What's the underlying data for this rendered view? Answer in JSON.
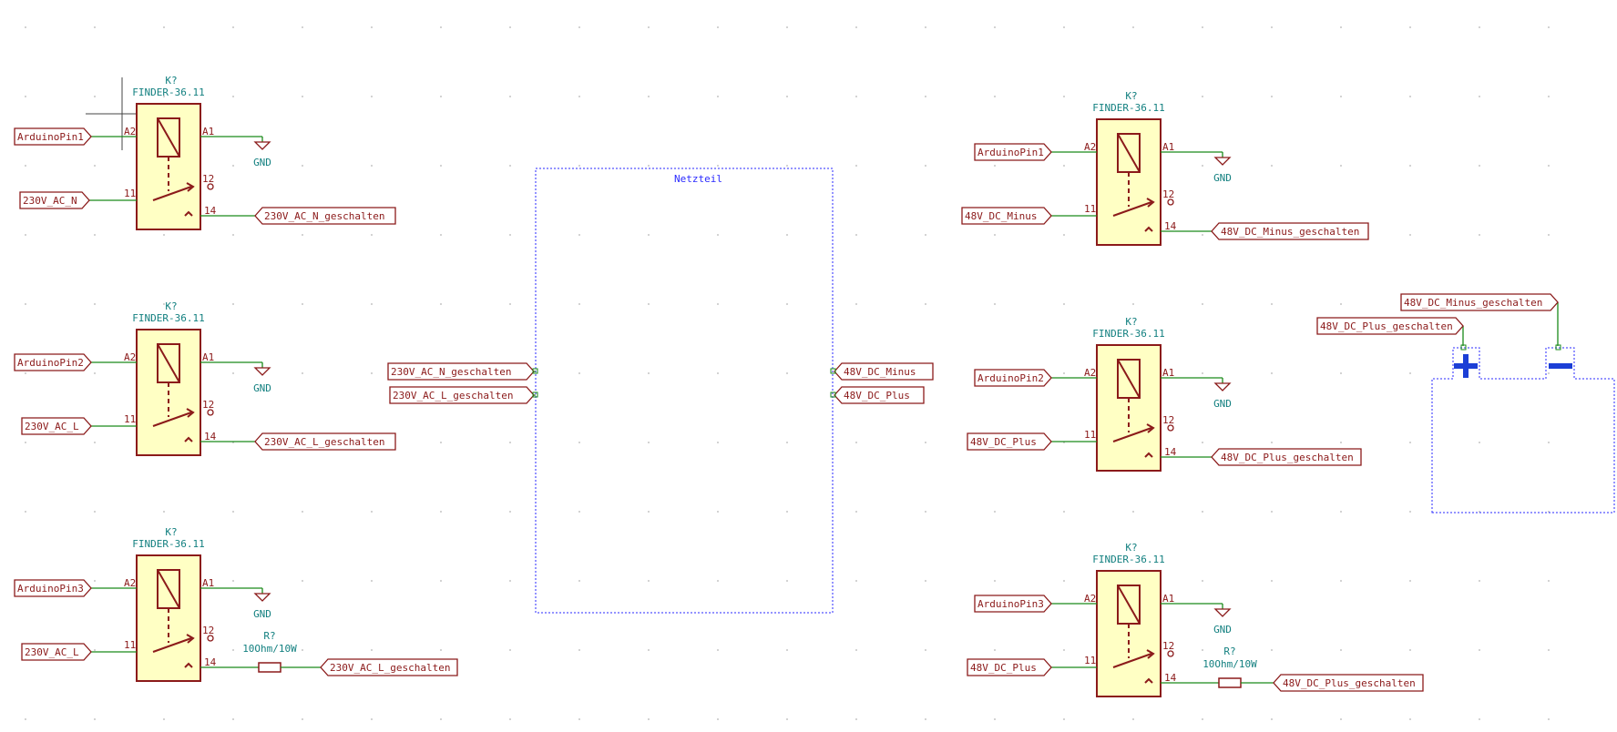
{
  "colors": {
    "wire": "#1a8a1a",
    "body_stroke": "#8b1a1a",
    "body_fill": "#ffffc4",
    "ref_text": "#138080",
    "sheet_border": "#2a2aff",
    "sheet_title": "#2a2aff",
    "grid_dot": "#b4b4b4",
    "battery_plus": "#1c3fd6",
    "battery_minus": "#1c3fd6"
  },
  "relays": [
    {
      "ref": "K?",
      "value": "FINDER-36.11",
      "coil_in": "ArduinoPin1",
      "com_in": "230V_AC_N",
      "out": "230V_AC_N_geschalten",
      "gnd": "GND",
      "pin_a2": "A2",
      "pin_a1": "A1",
      "pin_11": "11",
      "pin_12": "12",
      "pin_14": "14"
    },
    {
      "ref": "K?",
      "value": "FINDER-36.11",
      "coil_in": "ArduinoPin2",
      "com_in": "230V_AC_L",
      "out": "230V_AC_L_geschalten",
      "gnd": "GND",
      "pin_a2": "A2",
      "pin_a1": "A1",
      "pin_11": "11",
      "pin_12": "12",
      "pin_14": "14"
    },
    {
      "ref": "K?",
      "value": "FINDER-36.11",
      "coil_in": "ArduinoPin3",
      "com_in": "230V_AC_L",
      "out": "230V_AC_L_geschalten",
      "gnd": "GND",
      "pin_a2": "A2",
      "pin_a1": "A1",
      "pin_11": "11",
      "pin_12": "12",
      "pin_14": "14",
      "resistor": {
        "ref": "R?",
        "value": "10Ohm/10W"
      }
    },
    {
      "ref": "K?",
      "value": "FINDER-36.11",
      "coil_in": "ArduinoPin1",
      "com_in": "48V_DC_Minus",
      "out": "48V_DC_Minus_geschalten",
      "gnd": "GND",
      "pin_a2": "A2",
      "pin_a1": "A1",
      "pin_11": "11",
      "pin_12": "12",
      "pin_14": "14"
    },
    {
      "ref": "K?",
      "value": "FINDER-36.11",
      "coil_in": "ArduinoPin2",
      "com_in": "48V_DC_Plus",
      "out": "48V_DC_Plus_geschalten",
      "gnd": "GND",
      "pin_a2": "A2",
      "pin_a1": "A1",
      "pin_11": "11",
      "pin_12": "12",
      "pin_14": "14"
    },
    {
      "ref": "K?",
      "value": "FINDER-36.11",
      "coil_in": "ArduinoPin3",
      "com_in": "48V_DC_Plus",
      "out": "48V_DC_Plus_geschalten",
      "gnd": "GND",
      "pin_a2": "A2",
      "pin_a1": "A1",
      "pin_11": "11",
      "pin_12": "12",
      "pin_14": "14",
      "resistor": {
        "ref": "R?",
        "value": "10Ohm/10W"
      }
    }
  ],
  "sheet": {
    "title": "Netzteil",
    "pins_left": [
      "230V_AC_N_geschalten",
      "230V_AC_L_geschalten"
    ],
    "pins_right": [
      "48V_DC_Minus",
      "48V_DC_Plus"
    ]
  },
  "battery": {
    "minus_label": "48V_DC_Minus_geschalten",
    "plus_label": "48V_DC_Plus_geschalten"
  }
}
